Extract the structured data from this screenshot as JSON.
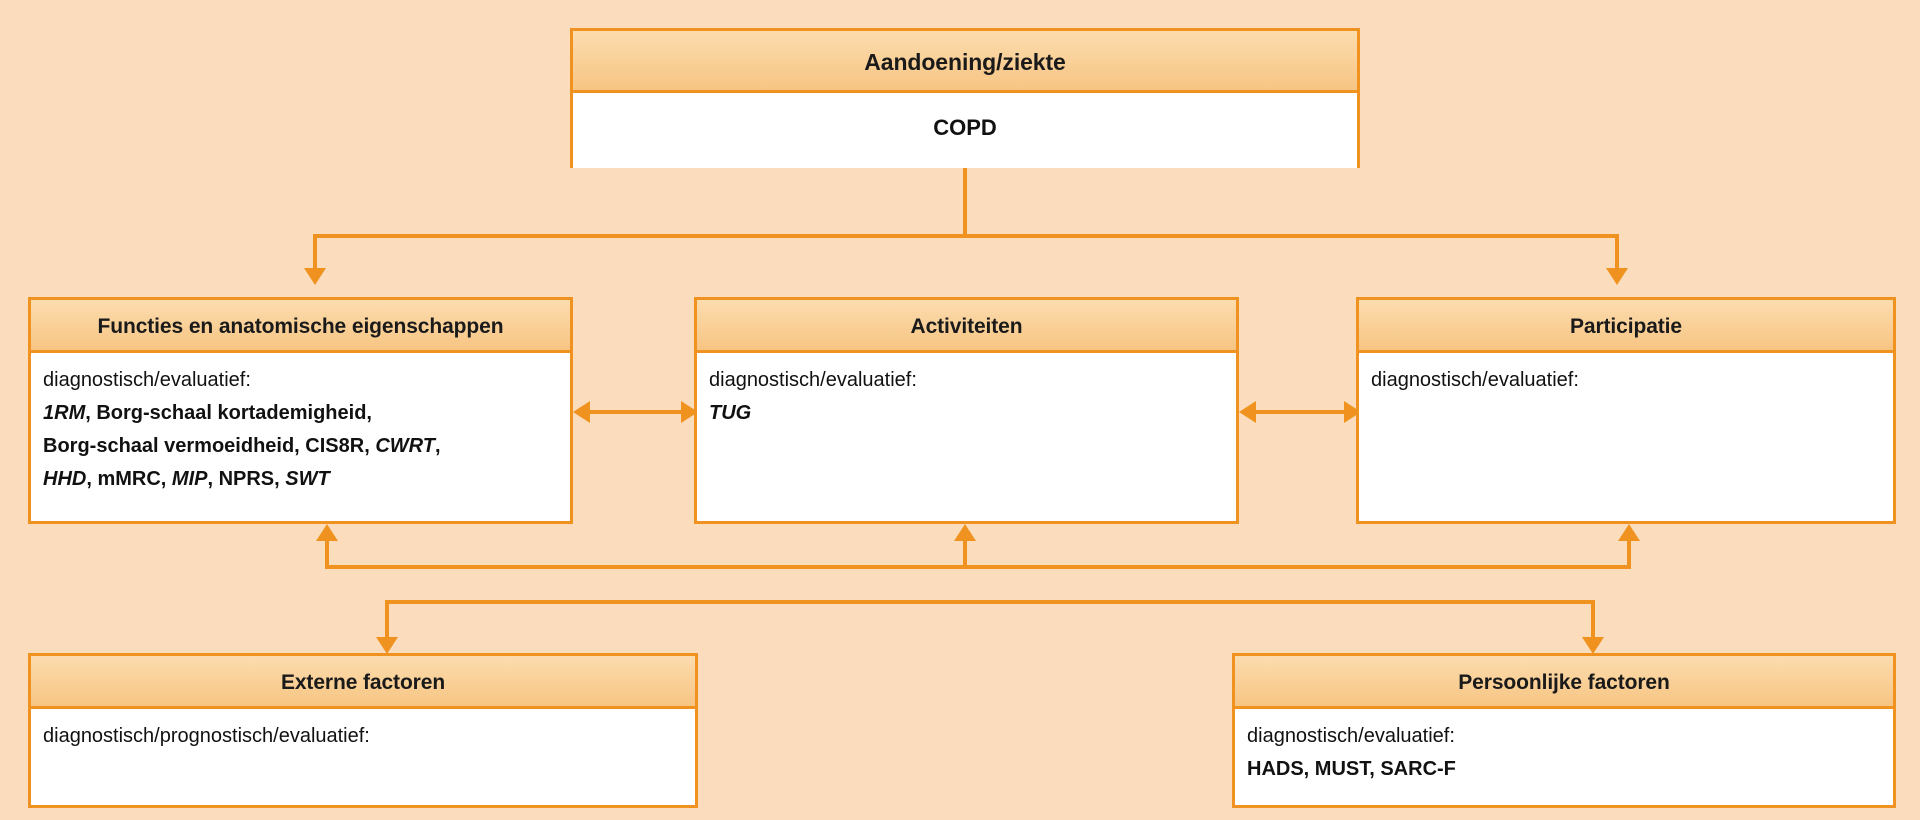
{
  "diagram": {
    "title_hidden": "ICF-model COPD",
    "background_color": "#fbddbd",
    "accent_color": "#f0921f",
    "header_fill": "#f9cb92",
    "body_fill": "#ffffff"
  },
  "boxes": {
    "condition": {
      "header": "Aandoening/ziekte",
      "lines": [
        {
          "text": "COPD",
          "style": "bold-center"
        }
      ]
    },
    "functions": {
      "header": "Functies en anatomische eigenschappen",
      "lines": [
        {
          "text": "diagnostisch/evaluatief:",
          "style": "plain"
        },
        {
          "text": "1RM, Borg-schaal kortademigheid,",
          "style": "mixed"
        },
        {
          "text": "Borg-schaal vermoeidheid, CIS8R, CWRT,",
          "style": "mixed"
        },
        {
          "text": "HHD, mMRC, MIP, NPRS, SWT",
          "style": "mixed"
        }
      ],
      "instruments": [
        {
          "name": "1RM",
          "emphasis": "bold-italic"
        },
        {
          "name": "Borg-schaal kortademigheid",
          "emphasis": "bold"
        },
        {
          "name": "Borg-schaal vermoeidheid",
          "emphasis": "bold"
        },
        {
          "name": "CIS8R",
          "emphasis": "bold"
        },
        {
          "name": "CWRT",
          "emphasis": "bold-italic"
        },
        {
          "name": "HHD",
          "emphasis": "bold-italic"
        },
        {
          "name": "mMRC",
          "emphasis": "bold"
        },
        {
          "name": "MIP",
          "emphasis": "bold-italic"
        },
        {
          "name": "NPRS",
          "emphasis": "bold"
        },
        {
          "name": "SWT",
          "emphasis": "bold-italic"
        }
      ]
    },
    "activities": {
      "header": "Activiteiten",
      "lines": [
        {
          "text": "diagnostisch/evaluatief:",
          "style": "plain"
        },
        {
          "text": "TUG",
          "style": "bold-italic"
        }
      ],
      "instruments": [
        {
          "name": "TUG",
          "emphasis": "bold-italic"
        }
      ]
    },
    "participation": {
      "header": "Participatie",
      "lines": [
        {
          "text": "diagnostisch/evaluatief:",
          "style": "plain"
        }
      ],
      "instruments": []
    },
    "external": {
      "header": "Externe factoren",
      "lines": [
        {
          "text": "diagnostisch/prognostisch/evaluatief:",
          "style": "plain"
        }
      ],
      "instruments": []
    },
    "personal": {
      "header": "Persoonlijke factoren",
      "lines": [
        {
          "text": "diagnostisch/evaluatief:",
          "style": "plain"
        },
        {
          "text": "HADS, MUST, SARC-F",
          "style": "bold"
        }
      ],
      "instruments": [
        {
          "name": "HADS",
          "emphasis": "bold"
        },
        {
          "name": "MUST",
          "emphasis": "bold"
        },
        {
          "name": "SARC-F",
          "emphasis": "bold"
        }
      ]
    }
  },
  "text_fragments": {
    "functions_l2_a": "1RM",
    "functions_l2_b": ", Borg-schaal kortademigheid,",
    "functions_l3_a": "Borg-schaal vermoeidheid, CIS8R, ",
    "functions_l3_b": "CWRT",
    "functions_l3_c": ",",
    "functions_l4_a": "HHD",
    "functions_l4_b": ", mMRC, ",
    "functions_l4_c": "MIP",
    "functions_l4_d": ", NPRS, ",
    "functions_l4_e": "SWT"
  },
  "connectors": [
    {
      "name": "activities-to-condition",
      "type": "arrow-up"
    },
    {
      "name": "condition-bus-to-functions",
      "type": "arrow-down"
    },
    {
      "name": "condition-bus-to-participation",
      "type": "arrow-down"
    },
    {
      "name": "functions-activities-bidirectional",
      "type": "double-arrow-horizontal"
    },
    {
      "name": "activities-participation-bidirectional",
      "type": "double-arrow-horizontal"
    },
    {
      "name": "external-to-functions",
      "type": "arrow-up"
    },
    {
      "name": "external-to-activities",
      "type": "arrow-up"
    },
    {
      "name": "personal-to-participation",
      "type": "arrow-up"
    },
    {
      "name": "bus-to-external",
      "type": "arrow-down"
    },
    {
      "name": "bus-to-personal",
      "type": "arrow-down"
    }
  ]
}
